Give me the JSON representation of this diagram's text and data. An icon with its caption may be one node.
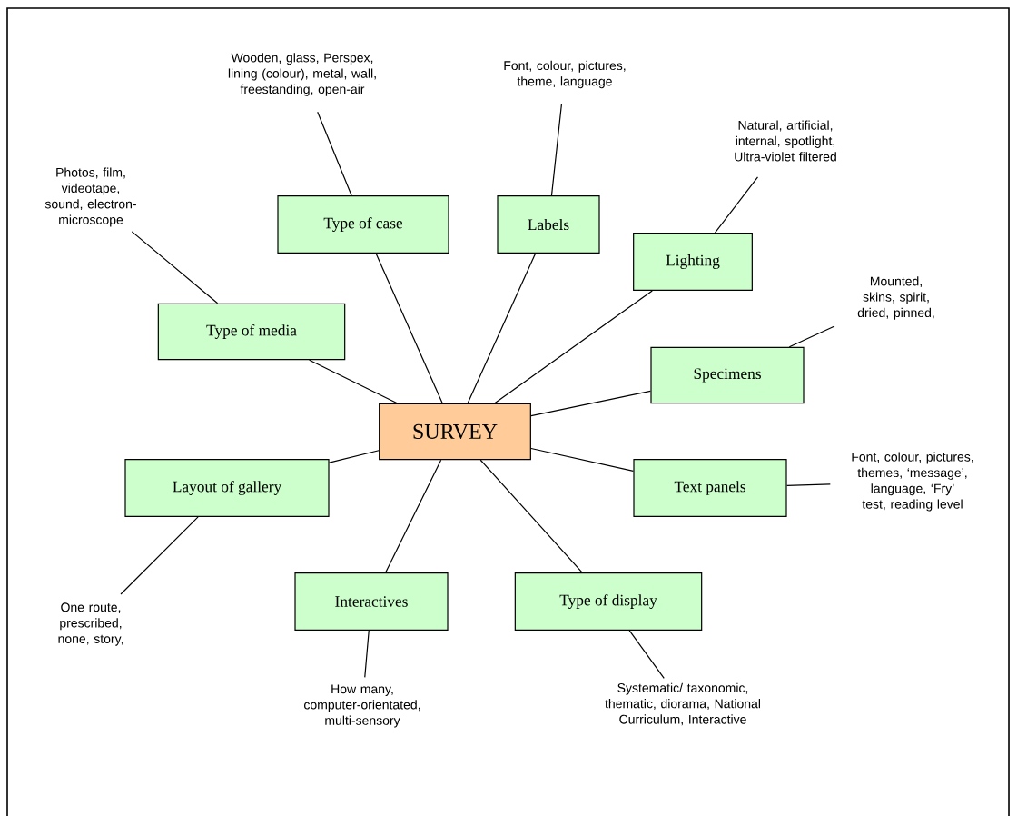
{
  "diagram": {
    "nodes": [
      {
        "text": [
          "SURVEY"
        ]
      },
      {
        "text": [
          "Type of case"
        ]
      },
      {
        "text": [
          "Labels"
        ]
      },
      {
        "text": [
          "Lighting"
        ]
      },
      {
        "text": [
          "Type of media"
        ]
      },
      {
        "text": [
          "Specimens"
        ]
      },
      {
        "text": [
          "Layout of gallery"
        ]
      },
      {
        "text": [
          "Text panels"
        ]
      },
      {
        "text": [
          "Interactives"
        ]
      },
      {
        "text": [
          "Type of display"
        ]
      },
      {
        "text": [
          "Wooden, glass, Perspex, lining (colour), metal, wall, freestanding, open-air"
        ]
      },
      {
        "text": [
          "Font, colour, pictures, theme, language"
        ]
      },
      {
        "text": [
          "Natural, artificial, internal, spotlight, Ultra-violet filtered"
        ]
      },
      {
        "text": [
          "Photos, film, videotape, sound, electron-microscope"
        ]
      },
      {
        "text": [
          "Mounted, skins, spirit, dried, pinned,"
        ]
      },
      {
        "text": [
          "One route, prescribed, none, story,"
        ]
      },
      {
        "text": [
          "Font, colour, pictures, themes, ‘message’, language, ‘Fry’ test, reading level"
        ]
      },
      {
        "text": [
          "How many, computer-orientated, multi-sensory"
        ]
      },
      {
        "text": [
          "Systematic/ taxonomic, thematic, diorama, National Curriculum, Interactive"
        ]
      }
    ],
    "edges": [
      {
        "from": 0,
        "to": 1,
        "arrow": "none"
      },
      {
        "from": 0,
        "to": 2,
        "arrow": "none"
      },
      {
        "from": 0,
        "to": 3,
        "arrow": "none"
      },
      {
        "from": 0,
        "to": 4,
        "arrow": "none"
      },
      {
        "from": 0,
        "to": 5,
        "arrow": "none"
      },
      {
        "from": 0,
        "to": 6,
        "arrow": "none"
      },
      {
        "from": 0,
        "to": 7,
        "arrow": "none"
      },
      {
        "from": 0,
        "to": 8,
        "arrow": "none"
      },
      {
        "from": 0,
        "to": 9,
        "arrow": "none"
      },
      {
        "from": 1,
        "to": 10,
        "arrow": "none"
      },
      {
        "from": 2,
        "to": 11,
        "arrow": "none"
      },
      {
        "from": 3,
        "to": 12,
        "arrow": "none"
      },
      {
        "from": 4,
        "to": 13,
        "arrow": "none"
      },
      {
        "from": 5,
        "to": 14,
        "arrow": "none"
      },
      {
        "from": 6,
        "to": 15,
        "arrow": "none"
      },
      {
        "from": 7,
        "to": 16,
        "arrow": "none"
      },
      {
        "from": 8,
        "to": 17,
        "arrow": "none"
      },
      {
        "from": 9,
        "to": 18,
        "arrow": "none"
      }
    ]
  }
}
